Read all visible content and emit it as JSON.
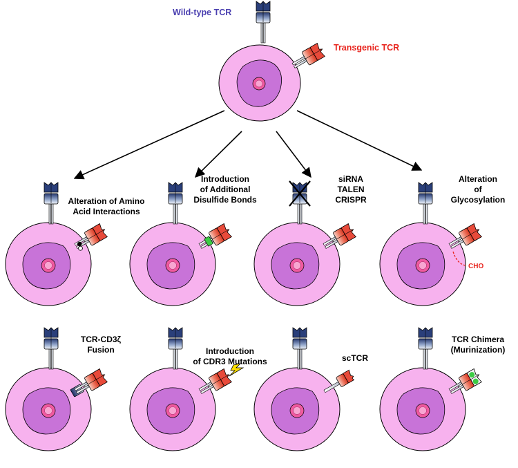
{
  "top": {
    "wild_type_label": "Wild-type TCR",
    "transgenic_label": "Transgenic TCR"
  },
  "panels": [
    {
      "label_lines": [
        "Alteration of Amino",
        "Acid Interactions"
      ]
    },
    {
      "label_lines": [
        "Introduction",
        "of Additional",
        "Disulfide Bonds"
      ]
    },
    {
      "label_lines": [
        "siRNA",
        "TALEN",
        "CRISPR"
      ]
    },
    {
      "label_lines": [
        "Alteration",
        "of",
        "Glycosylation"
      ],
      "annotation": "CHO"
    },
    {
      "label_lines": [
        "TCR-CD3ζ",
        "Fusion"
      ]
    },
    {
      "label_lines": [
        "Introduction",
        "of CDR3 Mutations"
      ]
    },
    {
      "label_lines": [
        "scTCR"
      ]
    },
    {
      "label_lines": [
        "TCR Chimera",
        "(Murinization)"
      ]
    }
  ],
  "colors": {
    "wild_type_text": "#4a3fb0",
    "transgenic_text": "#e8231c",
    "cell_outer": "#f7b2ee",
    "cell_inner": "#c873d8",
    "nucleus": "#f05aa0",
    "wt_receptor_dark": "#2a3f7a",
    "tg_receptor": "#e84a3a",
    "cho_text": "#e8231c",
    "disulfide_green": "#3ccc44",
    "lightning": "#ffe000"
  }
}
